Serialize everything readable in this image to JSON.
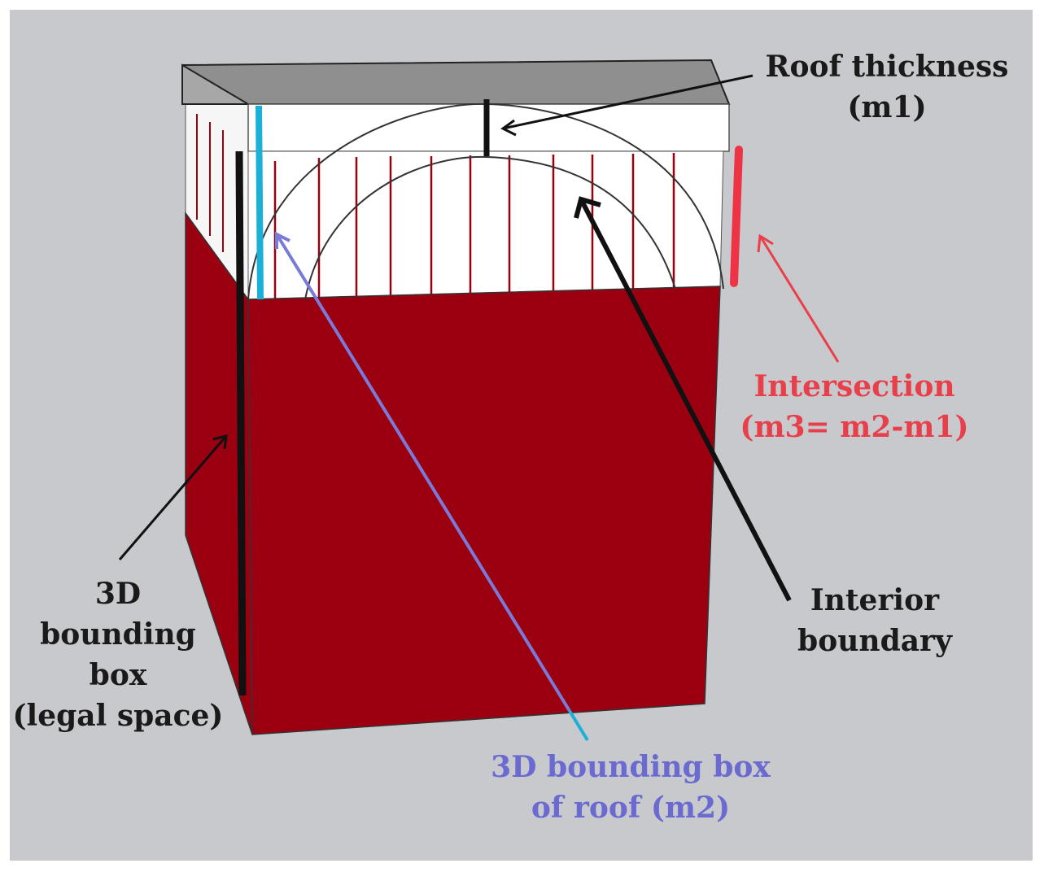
{
  "colors": {
    "background": "#c8c9cd",
    "wall": "#9b0011",
    "roof_top": "#8f8f8f",
    "roof_side": "#a7a7a7",
    "white_band": "#ffffff",
    "black_label": "#1a1a1a",
    "red_label": "#e8404a",
    "blue_label": "#6a6ad0",
    "cyan_line": "#1ab0d8",
    "blue_line": "#7a7ad8",
    "red_marker": "#ee3344"
  },
  "labels": {
    "roof_thickness": [
      "Roof thickness",
      "(m1)"
    ],
    "intersection": [
      "Intersection",
      "(m3= m2-m1)"
    ],
    "interior_boundary": [
      "Interior",
      "boundary"
    ],
    "legal_space": [
      "3D",
      "bounding",
      "box",
      "(legal space)"
    ],
    "roof_box": [
      "3D bounding box",
      "of roof (m2)"
    ]
  }
}
